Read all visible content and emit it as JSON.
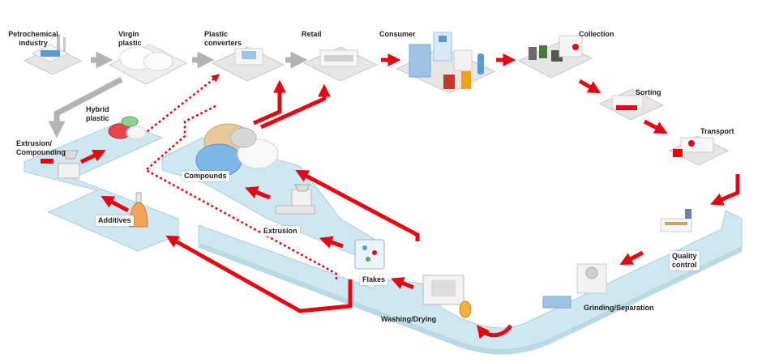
{
  "colors": {
    "flow_red": "#e30613",
    "neutral_arrow": "#b3b3b3",
    "conveyor_blue": "#cfe7f0",
    "conveyor_edge": "#a9cfdc",
    "building_light": "#f2f2f2",
    "building_shade": "#d9d9d9"
  },
  "stages": {
    "petrochemical": "Petrochemical\nindustry",
    "virgin_plastic": "Virgin\nplastic",
    "plastic_converters": "Plastic\nconverters",
    "retail": "Retail",
    "consumer": "Consumer",
    "collection": "Collection",
    "sorting": "Sorting",
    "transport": "Transport",
    "quality_control": "Quality\ncontrol",
    "grinding": "Grinding/Separation",
    "washing": "Washing/Drying",
    "flakes": "Flakes",
    "extrusion": "Extrusion",
    "compounds": "Compounds",
    "hybrid_plastic": "Hybrid\nplastic",
    "extrusion_compounding": "Extrusion/\nCompounding",
    "additives": "Additives"
  },
  "icons": {
    "factory": "factory-icon",
    "granules": "granules-pile-icon",
    "converter": "converter-machine-icon",
    "store": "store-icon",
    "city": "city-icon",
    "bins": "waste-bins-icon",
    "sorting_plant": "sorting-plant-icon",
    "truck": "truck-icon",
    "flask": "flask-icon"
  }
}
